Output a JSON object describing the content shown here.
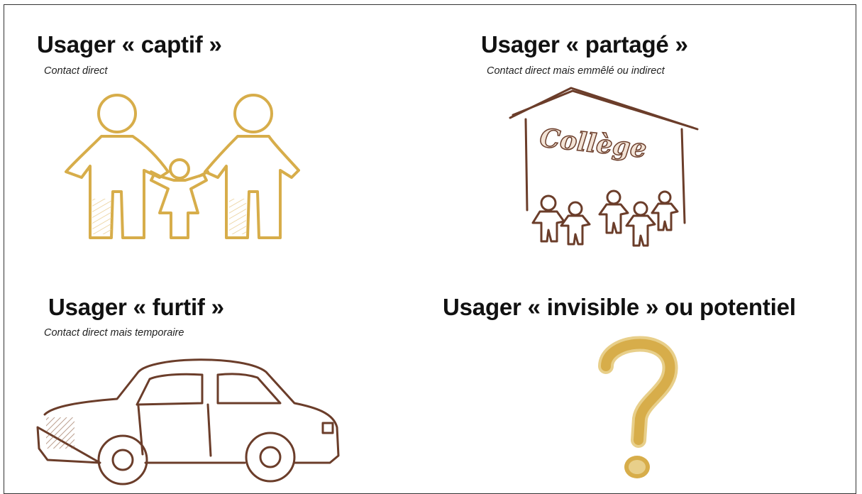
{
  "quadrants": [
    {
      "title": "Usager « captif »",
      "subtitle": "Contact direct",
      "icon": "family-icon"
    },
    {
      "title": "Usager « partagé »",
      "subtitle": "Contact direct mais emmêlé ou indirect",
      "icon": "college-icon",
      "sign": "Collège"
    },
    {
      "title": "Usager « furtif »",
      "subtitle": "Contact direct mais temporaire",
      "icon": "car-icon"
    },
    {
      "title": "Usager « invisible » ou potentiel",
      "subtitle": "",
      "icon": "question-mark-icon"
    }
  ],
  "colors": {
    "gold": "#d7ad4a",
    "brown": "#6b3d2a",
    "text": "#111111"
  }
}
